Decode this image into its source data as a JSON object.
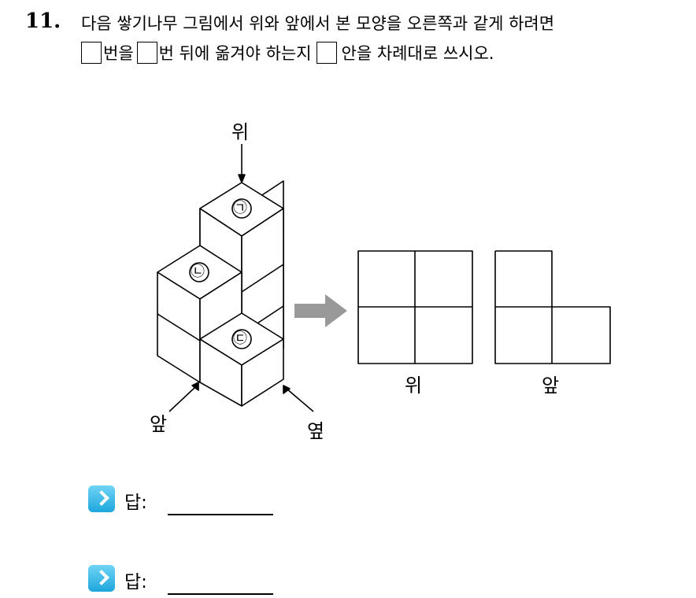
{
  "question": {
    "number": "11.",
    "line1": "다음 쌓기나무 그림에서 위와 앞에서 본 모양을 오른쪽과 같게 하려면",
    "line2_part1": "번을",
    "line2_part2": "번 뒤에 옮겨야 하는지",
    "line2_part3": "안을 차례대로 쓰시오."
  },
  "figure": {
    "block_labels": [
      "㉠",
      "㉡",
      "㉢"
    ],
    "direction_labels": {
      "top": "위",
      "front": "앞",
      "side": "옆"
    },
    "view_labels": {
      "top": "위",
      "front": "앞"
    },
    "arrow_color": "#999999"
  },
  "answers": [
    {
      "label": "답:"
    },
    {
      "label": "답:"
    }
  ],
  "colors": {
    "icon_accent": "#1ea6dd"
  }
}
